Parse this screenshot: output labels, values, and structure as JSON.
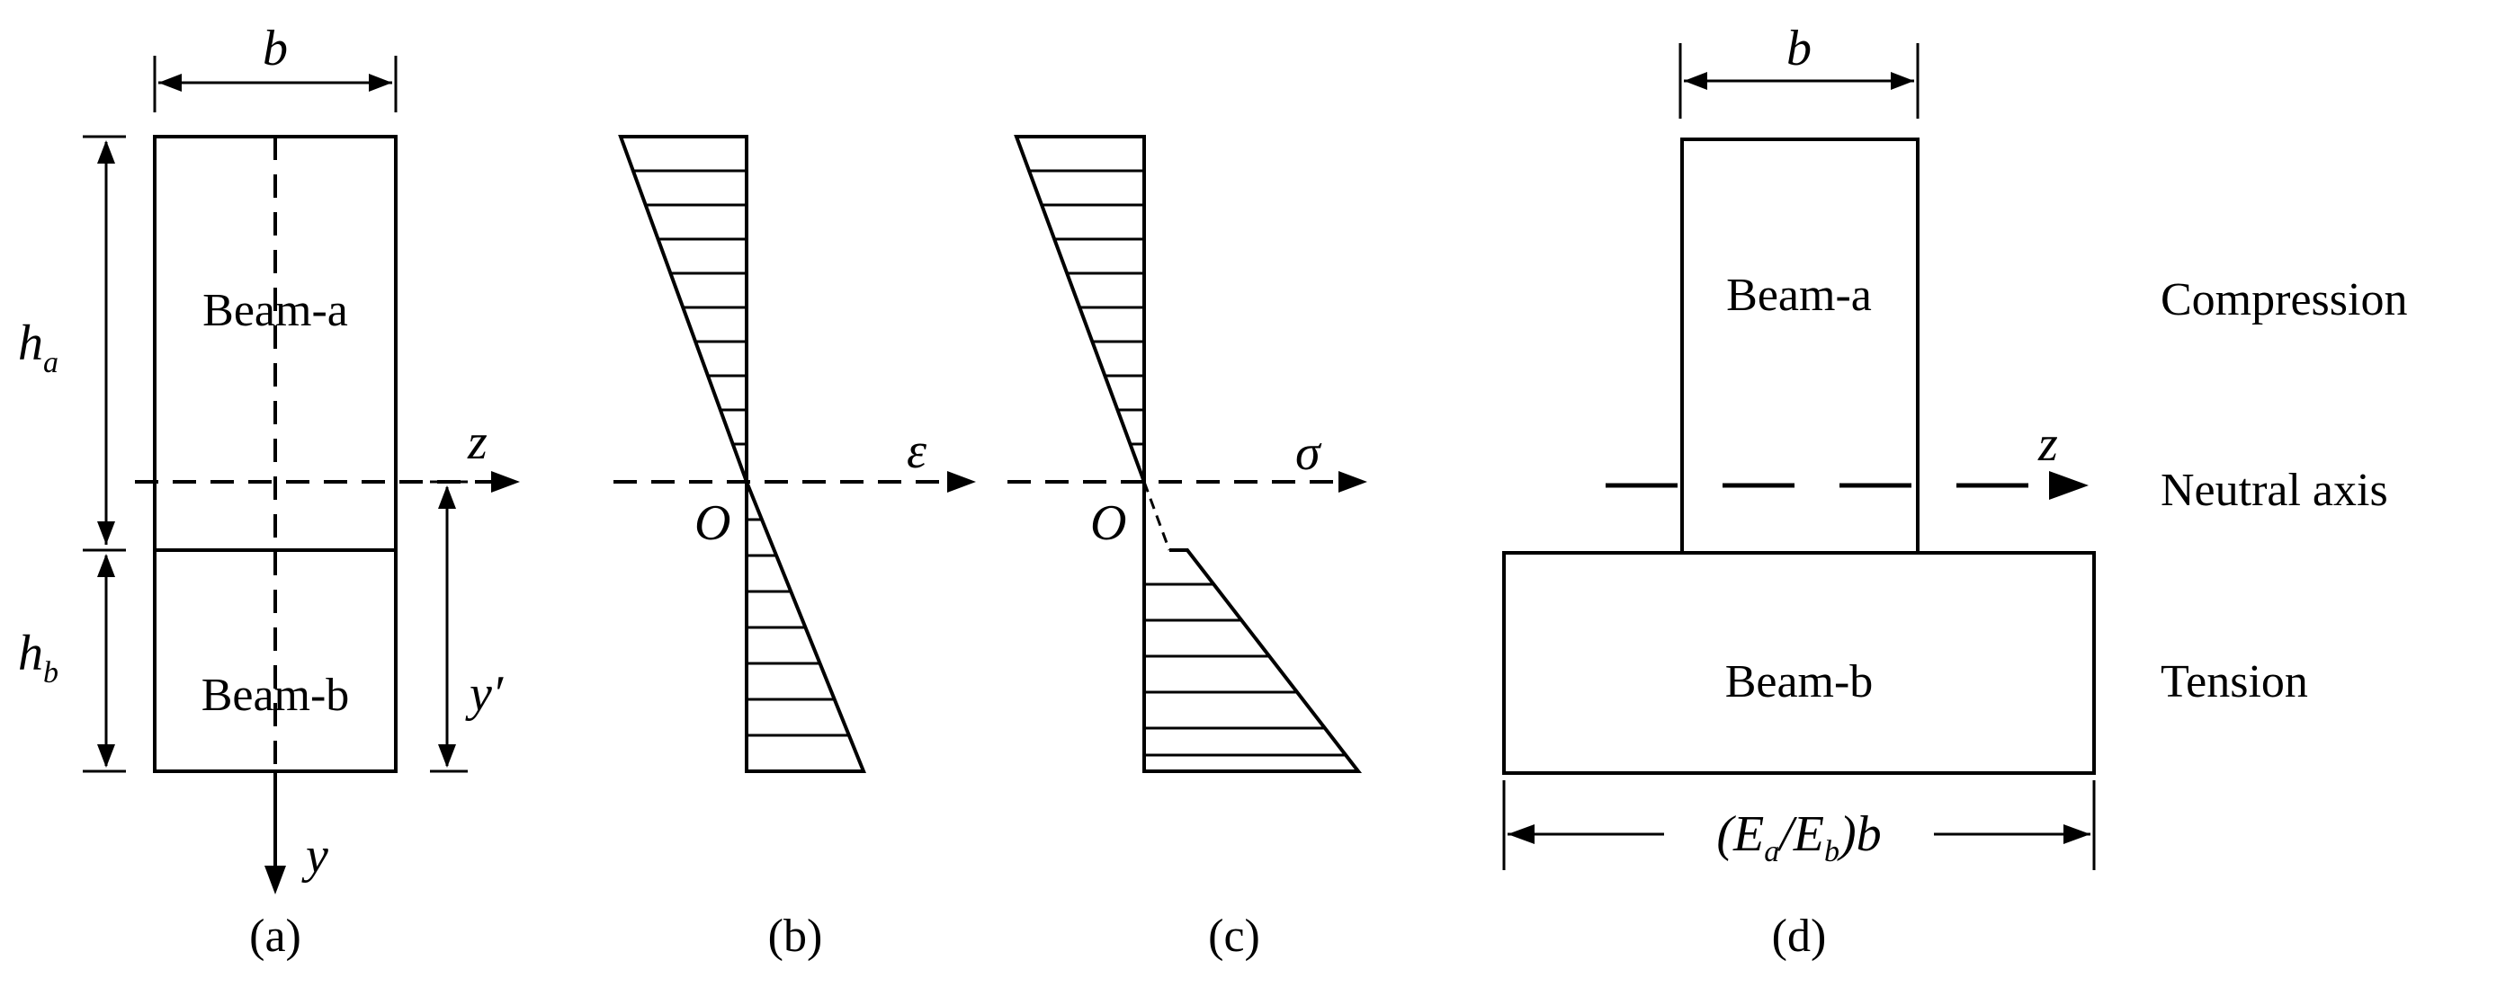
{
  "panels": {
    "a": {
      "caption": "(a)",
      "width_symbol": "b",
      "h_symbol": "h",
      "ha_subscript": "a",
      "hb_subscript": "b",
      "beam_a_label": "Beam-a",
      "beam_b_label": "Beam-b",
      "z_axis": "z",
      "y_axis": "y",
      "y_prime": "y′"
    },
    "b": {
      "caption": "(b)",
      "origin": "O",
      "axis_symbol": "ε"
    },
    "c": {
      "caption": "(c)",
      "origin": "O",
      "axis_symbol": "σ"
    },
    "d": {
      "caption": "(d)",
      "width_symbol": "b",
      "beam_a_label": "Beam-a",
      "beam_b_label": "Beam-b",
      "z_axis": "z",
      "bottom_width": {
        "open": "(",
        "ea": "E",
        "ea_sub": "a",
        "slash": "/",
        "eb": "E",
        "eb_sub": "b",
        "close": ")b"
      },
      "side_labels": {
        "compression": "Compression",
        "neutral_axis": "Neutral axis",
        "tension": "Tension"
      }
    }
  }
}
